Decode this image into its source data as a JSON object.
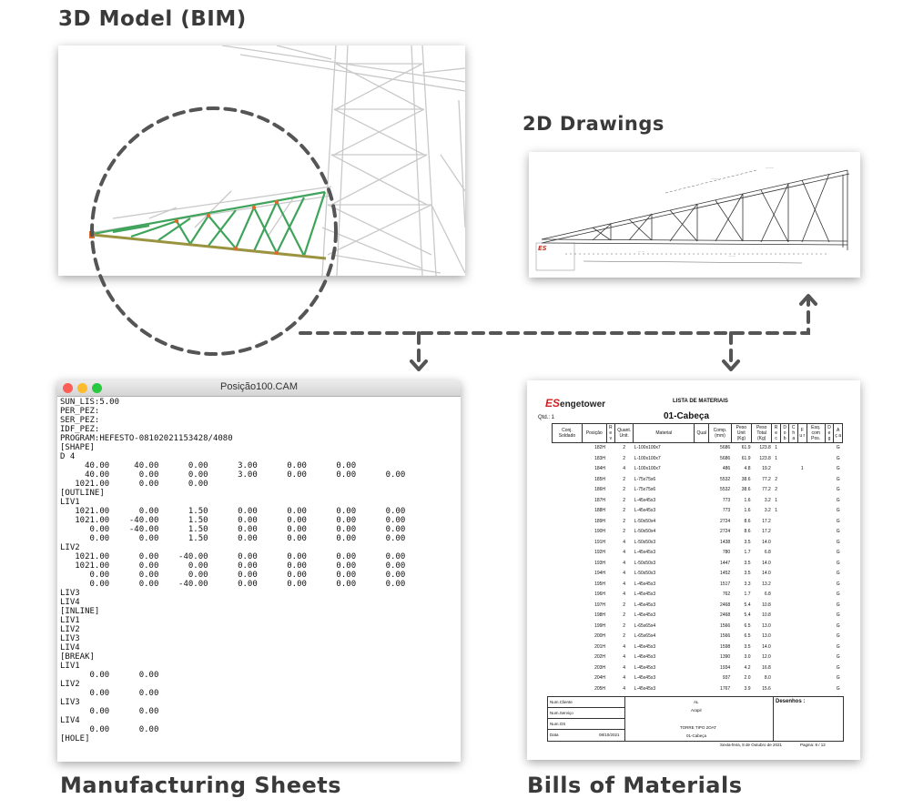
{
  "headings": {
    "bim": "3D Model (BIM)",
    "drawings": "2D Drawings",
    "manufacturing": "Manufacturing Sheets",
    "bom": "Bills of Materials"
  },
  "cam_window": {
    "title": "Posição100.CAM",
    "lines": [
      "SUN_LIS:5.00",
      "PER_PEZ:",
      "SER_PEZ:",
      "IDF_PEZ:",
      "PROGRAM:HEFESTO-08102021153428/4080",
      "[SHAPE]",
      "D 4",
      "     40.00     40.00      0.00      3.00      0.00      0.00",
      "     40.00      0.00      0.00      3.00      0.00      0.00      0.00",
      "   1021.00      0.00      0.00",
      "[OUTLINE]",
      "LIV1",
      "   1021.00      0.00      1.50      0.00      0.00      0.00      0.00",
      "   1021.00    -40.00      1.50      0.00      0.00      0.00      0.00",
      "      0.00    -40.00      1.50      0.00      0.00      0.00      0.00",
      "      0.00      0.00      1.50      0.00      0.00      0.00      0.00",
      "LIV2",
      "   1021.00      0.00    -40.00      0.00      0.00      0.00      0.00",
      "   1021.00      0.00      0.00      0.00      0.00      0.00      0.00",
      "      0.00      0.00      0.00      0.00      0.00      0.00      0.00",
      "      0.00      0.00    -40.00      0.00      0.00      0.00      0.00",
      "LIV3",
      "LIV4",
      "[INLINE]",
      "LIV1",
      "LIV2",
      "LIV3",
      "LIV4",
      "[BREAK]",
      "LIV1",
      "      0.00      0.00",
      "LIV2",
      "      0.00      0.00",
      "LIV3",
      "      0.00      0.00",
      "LIV4",
      "      0.00      0.00",
      "[HOLE]"
    ]
  },
  "bom_sheet": {
    "logo_text": "engetower",
    "logo_mark": "ES",
    "list_title": "LISTA DE MATERIAIS",
    "qtd_label": "Qtd.: 1",
    "section_title": "01-Cabeça",
    "columns": [
      "Conj. Soldado",
      "Posição",
      "R e v",
      "Quant. Unit.",
      "Material",
      "Qual",
      "Comp. (mm)",
      "Peso Unit (Kg)",
      "Peso Total (Kg)",
      "R e c",
      "D o b",
      "C h a",
      "F u r",
      "Esq. com Pos.",
      "D e g",
      "A ç a"
    ],
    "rows": [
      [
        "182H",
        "2",
        "L-100x100x7",
        "5686",
        "61.9",
        "123.8",
        "1",
        "",
        "",
        "",
        "G"
      ],
      [
        "183H",
        "2",
        "L-100x100x7",
        "5686",
        "61.9",
        "123.8",
        "1",
        "",
        "",
        "",
        "G"
      ],
      [
        "184H",
        "4",
        "L-100x100x7",
        "486",
        "4.8",
        "19.2",
        "",
        "",
        "1",
        "",
        "G"
      ],
      [
        "185H",
        "2",
        "L-75x75x6",
        "5532",
        "38.6",
        "77.2",
        "2",
        "",
        "",
        "",
        "G"
      ],
      [
        "186H",
        "2",
        "L-75x75x6",
        "5532",
        "38.6",
        "77.2",
        "2",
        "",
        "",
        "",
        "G"
      ],
      [
        "187H",
        "2",
        "L-45x45x3",
        "773",
        "1.6",
        "3.2",
        "1",
        "",
        "",
        "",
        "G"
      ],
      [
        "188H",
        "2",
        "L-45x45x3",
        "773",
        "1.6",
        "3.2",
        "1",
        "",
        "",
        "",
        "G"
      ],
      [
        "189H",
        "2",
        "L-50x50x4",
        "2724",
        "8.6",
        "17.2",
        "",
        "",
        "",
        "",
        "G"
      ],
      [
        "190H",
        "2",
        "L-50x50x4",
        "2724",
        "8.6",
        "17.2",
        "",
        "",
        "",
        "",
        "G"
      ],
      [
        "191H",
        "4",
        "L-50x50x3",
        "1438",
        "3.5",
        "14.0",
        "",
        "",
        "",
        "",
        "G"
      ],
      [
        "192H",
        "4",
        "L-45x45x3",
        "780",
        "1.7",
        "6.8",
        "",
        "",
        "",
        "",
        "G"
      ],
      [
        "193H",
        "4",
        "L-50x50x3",
        "1447",
        "3.5",
        "14.0",
        "",
        "",
        "",
        "",
        "G"
      ],
      [
        "194H",
        "4",
        "L-50x50x3",
        "1452",
        "3.5",
        "14.0",
        "",
        "",
        "",
        "",
        "G"
      ],
      [
        "195H",
        "4",
        "L-45x45x3",
        "1517",
        "3.3",
        "13.2",
        "",
        "",
        "",
        "",
        "G"
      ],
      [
        "196H",
        "4",
        "L-45x45x3",
        "762",
        "1.7",
        "6.8",
        "",
        "",
        "",
        "",
        "G"
      ],
      [
        "197H",
        "2",
        "L-45x45x3",
        "2468",
        "5.4",
        "10.8",
        "",
        "",
        "",
        "",
        "G"
      ],
      [
        "198H",
        "2",
        "L-45x45x3",
        "2468",
        "5.4",
        "10.8",
        "",
        "",
        "",
        "",
        "G"
      ],
      [
        "199H",
        "2",
        "L-65x65x4",
        "1566",
        "6.5",
        "13.0",
        "",
        "",
        "",
        "",
        "G"
      ],
      [
        "200H",
        "2",
        "L-65x65x4",
        "1566",
        "6.5",
        "13.0",
        "",
        "",
        "",
        "",
        "G"
      ],
      [
        "201H",
        "4",
        "L-45x45x3",
        "1598",
        "3.5",
        "14.0",
        "",
        "",
        "",
        "",
        "G"
      ],
      [
        "202H",
        "4",
        "L-45x45x3",
        "1390",
        "3.0",
        "12.0",
        "",
        "",
        "",
        "",
        "G"
      ],
      [
        "203H",
        "4",
        "L-45x45x3",
        "1934",
        "4.2",
        "16.8",
        "",
        "",
        "",
        "",
        "G"
      ],
      [
        "204H",
        "4",
        "L-45x45x3",
        "937",
        "2.0",
        "8.0",
        "",
        "",
        "",
        "",
        "G"
      ],
      [
        "205H",
        "4",
        "L-45x45x3",
        "1767",
        "3.9",
        "15.6",
        "",
        "",
        "",
        "",
        "G"
      ]
    ],
    "footer": {
      "cliente": "Num.Cliente",
      "servico": "Num.Serviço",
      "os": "Num.OS",
      "data_label": "Data",
      "data_value": "08/10/2021",
      "al": "AL",
      "arapiraca": "Arapir",
      "torre": "TORRE TIPO 2OAT",
      "cabeca": "01-Cabeça",
      "desenhos": "Desenhos :",
      "printed": "Sexta-feira, 8 de Outubro de 2021",
      "pagina": "Pagina: 8 / 12"
    }
  },
  "colors": {
    "truss_green": "#3fa45b",
    "truss_orange": "#e06a2a",
    "truss_olive": "#9a9440",
    "connector": "#555555"
  }
}
